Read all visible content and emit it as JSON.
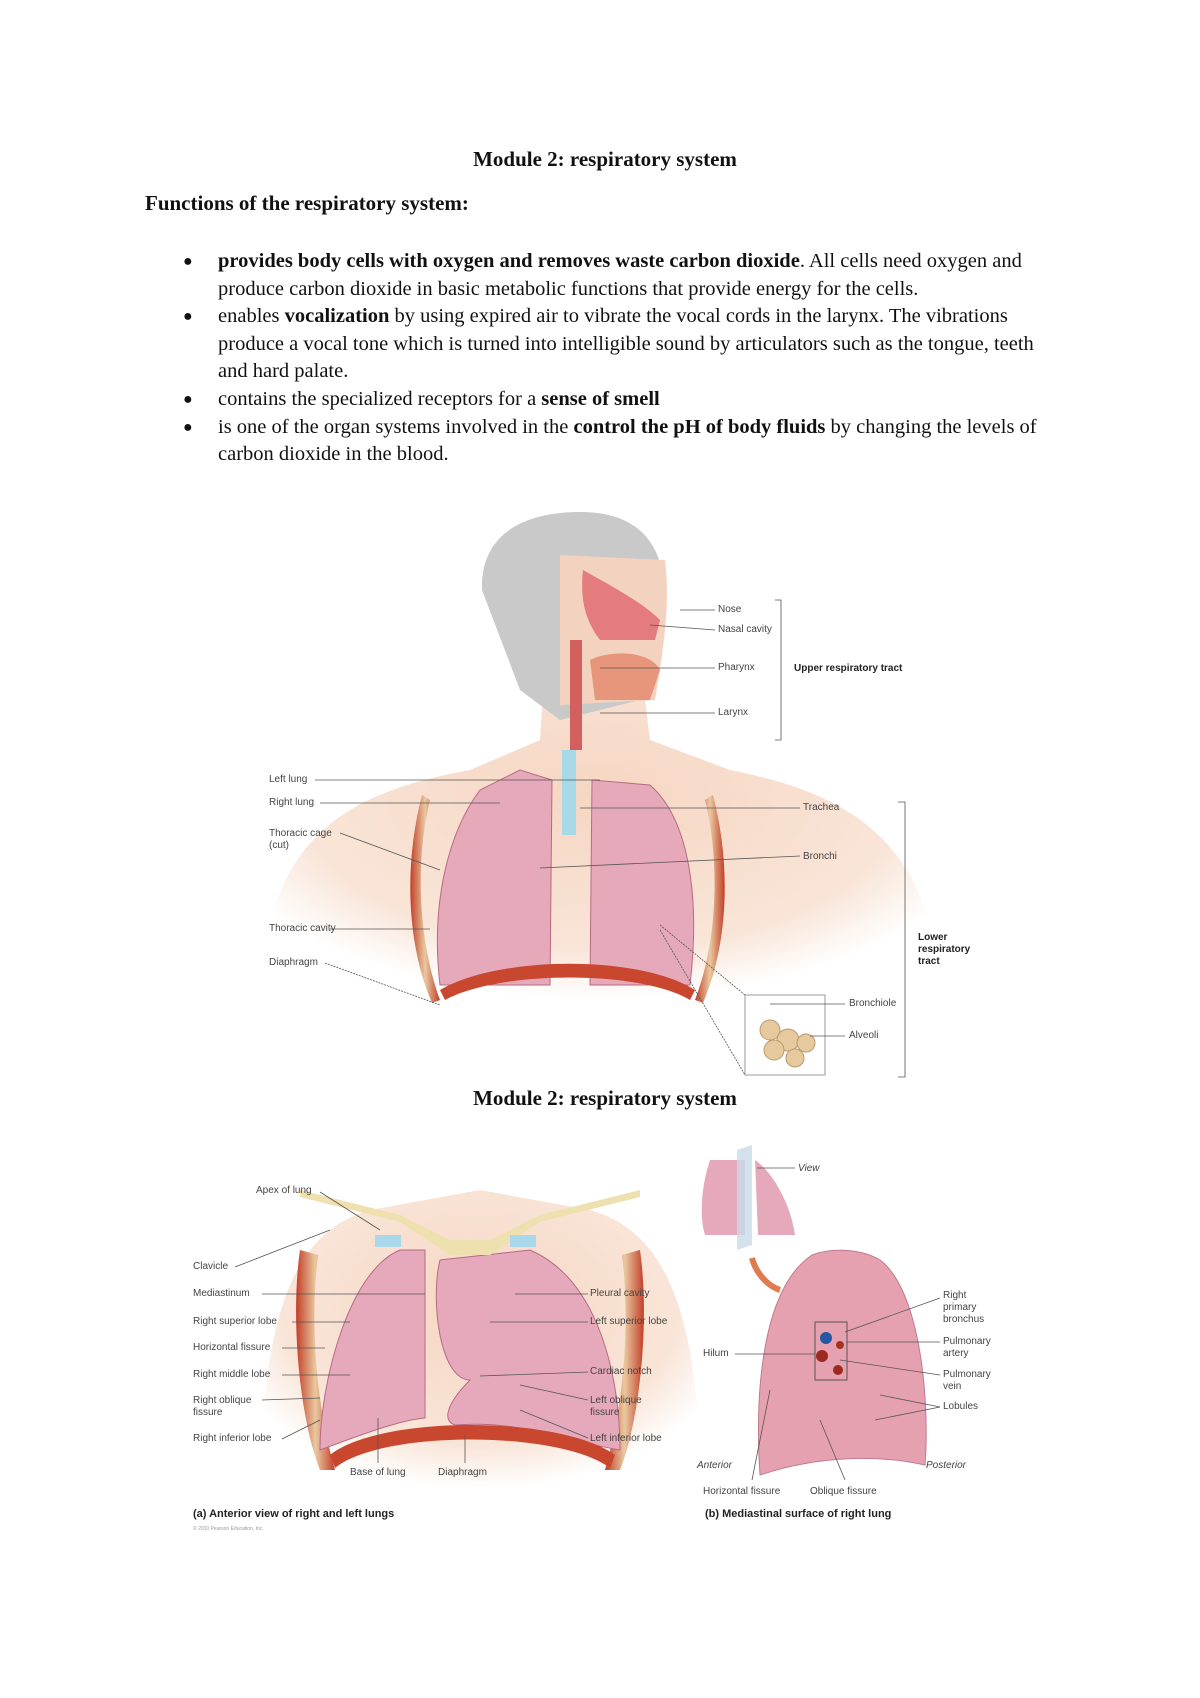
{
  "document": {
    "title": "Module 2: respiratory system",
    "heading": "Functions of the respiratory system:",
    "bullets": [
      {
        "bold_lead": "provides body cells with oxygen and removes waste carbon dioxide",
        "text": ". All cells need oxygen and produce carbon dioxide in basic metabolic functions that provide energy for the cells."
      },
      {
        "pre": "enables ",
        "bold": "vocalization",
        "post": " by using expired air to vibrate the vocal cords in the larynx. The vibrations produce a vocal tone which is turned into intelligible sound by articulators such as the tongue, teeth and hard palate."
      },
      {
        "pre": "contains the specialized receptors for a ",
        "bold": "sense of smell",
        "post": ""
      },
      {
        "pre": "is one of the organ systems involved in the ",
        "bold": "control the pH of body fluids",
        "post": " by changing the levels of carbon dioxide in the blood."
      }
    ],
    "bullet_icon": "bullet-dot",
    "title_2": "Module 2: respiratory system"
  },
  "figure1": {
    "labels": {
      "nose": "Nose",
      "nasal_cavity": "Nasal cavity",
      "pharynx": "Pharynx",
      "larynx": "Larynx",
      "upper_tract": "Upper respiratory tract",
      "left_lung": "Left lung",
      "right_lung": "Right lung",
      "thoracic_cage_1": "Thoracic cage",
      "thoracic_cage_2": "(cut)",
      "trachea": "Trachea",
      "bronchi": "Bronchi",
      "thoracic_cavity": "Thoracic cavity",
      "diaphragm": "Diaphragm",
      "bronchiole": "Bronchiole",
      "alveoli": "Alveoli",
      "lower_tract_1": "Lower",
      "lower_tract_2": "respiratory",
      "lower_tract_3": "tract"
    }
  },
  "figure2": {
    "labels": {
      "apex": "Apex of lung",
      "clavicle": "Clavicle",
      "mediastinum": "Mediastinum",
      "right_superior_lobe": "Right superior lobe",
      "horizontal_fissure": "Horizontal fissure",
      "right_middle_lobe": "Right middle lobe",
      "right_oblique_1": "Right oblique",
      "right_oblique_2": "fissure",
      "right_inferior_lobe": "Right inferior lobe",
      "base_of_lung": "Base of lung",
      "diaphragm": "Diaphragm",
      "pleural_cavity": "Pleural cavity",
      "left_superior_lobe": "Left superior lobe",
      "cardiac_notch": "Cardiac notch",
      "left_oblique_1": "Left oblique",
      "left_oblique_2": "fissure",
      "left_inferior_lobe": "Left inferior lobe"
    },
    "caption": "(a) Anterior view of right and left lungs",
    "copyright": "© 2010 Pearson Education, Inc."
  },
  "figure3": {
    "labels": {
      "view": "View",
      "right_primary_1": "Right",
      "right_primary_2": "primary",
      "right_primary_3": "bronchus",
      "pulm_artery_1": "Pulmonary",
      "pulm_artery_2": "artery",
      "pulm_vein_1": "Pulmonary",
      "pulm_vein_2": "vein",
      "lobules": "Lobules",
      "hilum": "Hilum",
      "anterior": "Anterior",
      "posterior": "Posterior",
      "horizontal_fissure": "Horizontal fissure",
      "oblique_fissure": "Oblique fissure"
    },
    "caption": "(b) Mediastinal surface of right lung"
  },
  "colors": {
    "skin": "#f7ddcc",
    "lung": "#e3a3b6",
    "muscle": "#c9462f",
    "cartilage": "#a9d9e6",
    "bone": "#efe0b0"
  }
}
